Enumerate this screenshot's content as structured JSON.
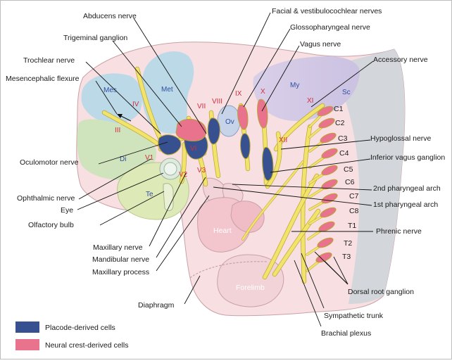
{
  "labels": {
    "abducens": "Abducens nerve",
    "trigeminal_ganglion": "Trigeminal ganglion",
    "trochlear": "Trochlear nerve",
    "mesencephalic_flexure": "Mesencephalic flexure",
    "oculomotor": "Oculomotor nerve",
    "ophthalmic": "Ophthalmic nerve",
    "eye": "Eye",
    "olfactory_bulb": "Olfactory bulb",
    "maxillary_nerve": "Maxillary nerve",
    "mandibular_nerve": "Mandibular nerve",
    "maxillary_process": "Maxillary process",
    "diaphragm": "Diaphragm",
    "facial_vestibulocochlear": "Facial & vestibulocochlear nerves",
    "glossopharyngeal": "Glossopharyngeal nerve",
    "vagus": "Vagus nerve",
    "accessory": "Accessory nerve",
    "hypoglossal": "Hypoglossal nerve",
    "inferior_vagus_ganglion": "Inferior vagus ganglion",
    "second_arch": "2nd pharyngeal arch",
    "first_arch": "1st pharyngeal arch",
    "phrenic": "Phrenic nerve",
    "dorsal_root_ganglion": "Dorsal root ganglion",
    "sympathetic_trunk": "Sympathetic trunk",
    "brachial_plexus": "Brachial plexus"
  },
  "regions": {
    "mes": "Mes",
    "met": "Met",
    "my": "My",
    "sc": "Sc",
    "di": "Di",
    "te": "Te",
    "ov": "Ov",
    "heart": "Heart",
    "forelimb": "Forelimb"
  },
  "cranial_numbers": {
    "iii": "III",
    "iv": "IV",
    "v1": "V1",
    "v2": "V2",
    "v3": "V3",
    "vi": "VI",
    "vii": "VII",
    "viii": "VIII",
    "ix": "IX",
    "x": "X",
    "xi": "XI",
    "xii": "XII"
  },
  "spinal_levels": [
    "C1",
    "C2",
    "C3",
    "C4",
    "C5",
    "C6",
    "C7",
    "C8",
    "T1",
    "T2",
    "T3"
  ],
  "legend": [
    {
      "label": "Placode-derived cells",
      "color": "#37508f"
    },
    {
      "label": "Neural crest-derived cells",
      "color": "#e9738d"
    }
  ],
  "colors": {
    "body": "#f7dfe2",
    "nerve": "#f2e36a",
    "placode": "#37508f",
    "crest": "#e9738d",
    "mes": "#bcd9e8",
    "my": "#d7cce8",
    "sc": "#cfd3d7",
    "di": "#cfe3bc",
    "te": "#dde9b6",
    "heart": "#f3c6cd"
  }
}
